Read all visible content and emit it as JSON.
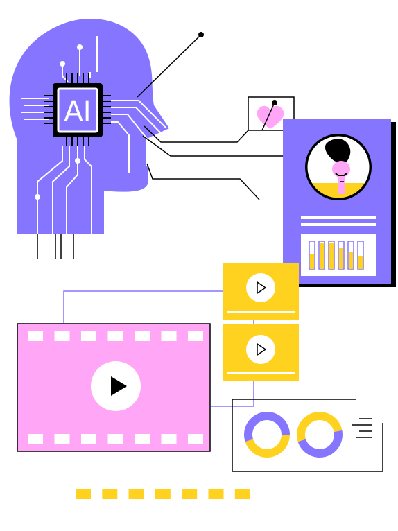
{
  "illustration": {
    "chip_label": "AI",
    "colors": {
      "purple": "#8676FF",
      "pink": "#FFA6F6",
      "yellow": "#FFD21F",
      "black": "#000000",
      "white": "#FFFFFF"
    },
    "icons": [
      "ai-head-icon",
      "ai-chip-icon",
      "heart-icon",
      "avatar-icon",
      "play-icon",
      "donut-chart-icon",
      "bar-chart-icon"
    ],
    "profile_bar_levels": [
      0.55,
      0.95,
      0.95,
      0.75,
      0.6,
      0.45
    ],
    "donut_segments": [
      [
        {
          "share": 0.25,
          "color": "#8676FF"
        },
        {
          "share": 0.45,
          "color": "#FFD21F"
        },
        {
          "share": 0.3,
          "color": "#8676FF"
        }
      ],
      [
        {
          "share": 0.22,
          "color": "#FFD21F"
        },
        {
          "share": 0.48,
          "color": "#8676FF"
        },
        {
          "share": 0.3,
          "color": "#FFD21F"
        }
      ]
    ],
    "film_holes_per_row": 7,
    "bottom_dashes": 7
  }
}
